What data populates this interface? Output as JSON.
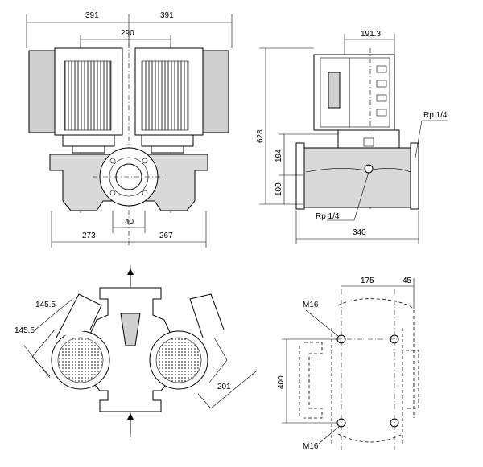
{
  "front_view": {
    "dim_left_width": "391",
    "dim_right_width": "391",
    "dim_motor_spacing": "290",
    "dim_flange_offset": "40",
    "dim_left_base": "273",
    "dim_right_base": "267"
  },
  "side_view": {
    "dim_head_width": "191.3",
    "dim_total_height": "628",
    "dim_flange_height": "194",
    "dim_base_height": "100",
    "dim_length": "340",
    "label_port_top": "Rp 1/4",
    "label_port_bottom": "Rp 1/4"
  },
  "top_view": {
    "dim_upper_offset": "145.5",
    "dim_lower_offset": "145.5",
    "dim_diag": "201"
  },
  "base_view": {
    "dim_hole_spacing": "175",
    "dim_edge_offset": "45",
    "dim_height": "400",
    "label_bolt_top": "M16",
    "label_bolt_bottom": "M16"
  }
}
